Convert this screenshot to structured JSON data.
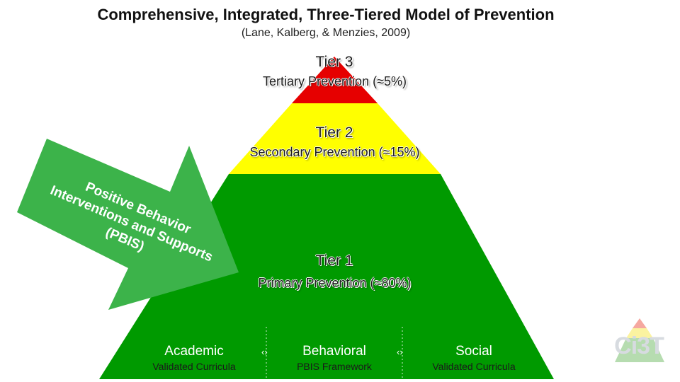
{
  "title": "Comprehensive, Integrated, Three-Tiered Model of Prevention",
  "citation": "(Lane, Kalberg, & Menzies, 2009)",
  "tiers": [
    {
      "name": "Tier 3",
      "description": "Tertiary Prevention  (≈5%)",
      "color": "#e60000"
    },
    {
      "name": "Tier 2",
      "description": "Secondary Prevention (≈15%)",
      "color": "#ffff00"
    },
    {
      "name": "Tier 1",
      "description": "Primary Prevention (≈80%)",
      "color": "#009a00"
    }
  ],
  "arrow": {
    "lines": [
      "Positive Behavior",
      "Interventions and Supports",
      "(PBIS)"
    ],
    "color": "#3cb34a",
    "text_color": "#ffffff"
  },
  "domains": [
    {
      "name": "Academic",
      "detail": "Validated Curricula"
    },
    {
      "name": "Behavioral",
      "detail": "PBIS Framework"
    },
    {
      "name": "Social",
      "detail": "Validated Curricula"
    }
  ],
  "separator_icon": "left-right-arrow-icon",
  "logo": {
    "text": "Ci3T",
    "icon": "tiered-triangle-logo-icon"
  }
}
